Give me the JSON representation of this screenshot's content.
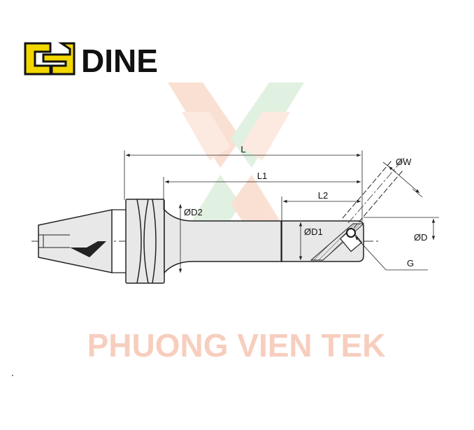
{
  "brand": {
    "name": "DINE",
    "logo_color": "#f2d600",
    "text_color": "#111111"
  },
  "watermark": {
    "text": "PHUONG VIEN TEK",
    "color": "#f6c3ae"
  },
  "dimensions": {
    "L": "L",
    "L1": "L1",
    "L2": "L2",
    "OD2": "ØD2",
    "OD1": "ØD1",
    "OD": "ØD",
    "OW": "ØW",
    "G": "G"
  },
  "colors": {
    "body_fill": "#e8e8e8",
    "outline": "#222222",
    "line": "#222222"
  }
}
